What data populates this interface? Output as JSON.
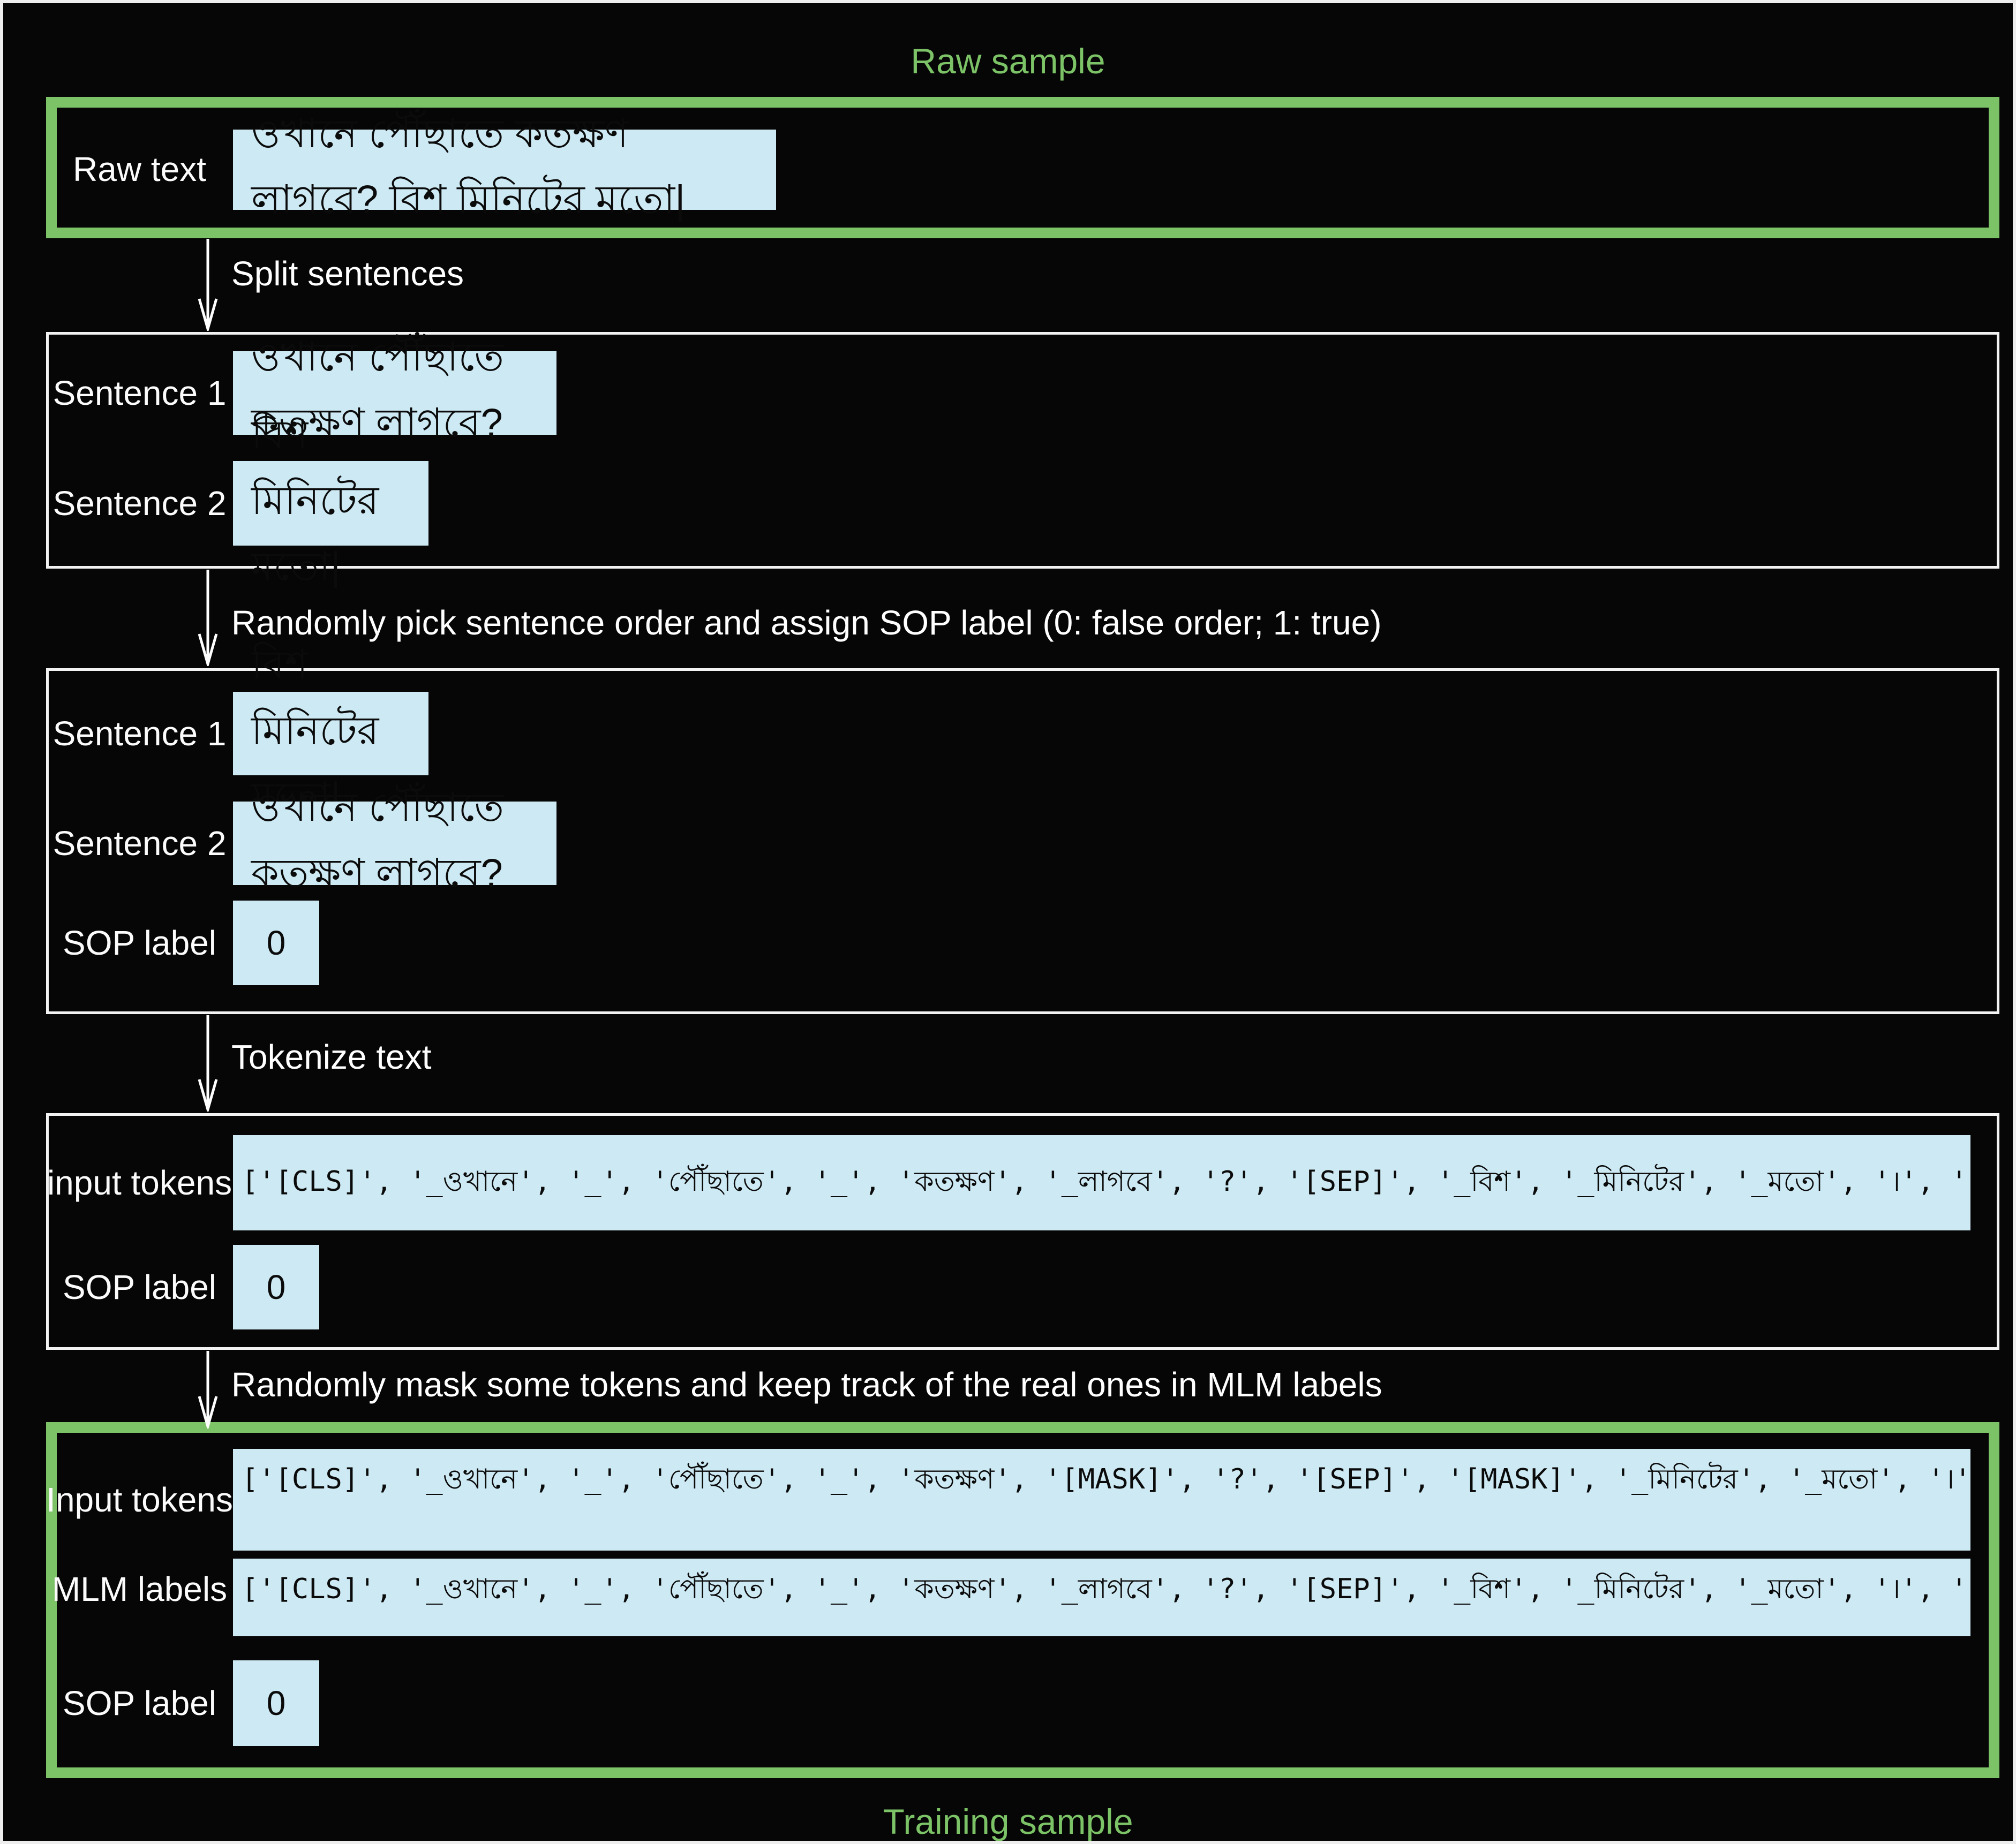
{
  "titles": {
    "top": "Raw sample",
    "bottom": "Training sample"
  },
  "colors": {
    "background": "#060606",
    "accent_green": "#7cc266",
    "chip_blue": "#cde9f3",
    "text_white": "#ffffff",
    "text_black": "#0b0b0b"
  },
  "raw": {
    "label": "Raw text",
    "text": "ওখানে পৌঁছাতে কতক্ষণ লাগবে? বিশ মিনিটের মতো|"
  },
  "arrows": [
    {
      "label": "Split sentences"
    },
    {
      "label": "Randomly pick sentence order and assign SOP label (0: false order; 1: true)"
    },
    {
      "label": "Tokenize text"
    },
    {
      "label": "Randomly mask some tokens and keep track of the real ones in MLM labels"
    }
  ],
  "split_box": {
    "rows": [
      {
        "label": "Sentence 1",
        "text": "ওখানে পৌঁছাতে কতক্ষণ লাগবে?"
      },
      {
        "label": "Sentence 2",
        "text": "বিশ মিনিটের মতো|"
      }
    ]
  },
  "order_box": {
    "rows": [
      {
        "label": "Sentence 1",
        "text": "বিশ মিনিটের মতো|"
      },
      {
        "label": "Sentence 2",
        "text": "ওখানে পৌঁছাতে কতক্ষণ লাগবে?"
      }
    ],
    "sop": {
      "label": "SOP label",
      "value": "0"
    }
  },
  "token_box": {
    "tokens_label": "input tokens",
    "tokens": "['[CLS]', '_ওখানে', '_', 'পৌঁছাতে', '_', 'কতক্ষণ', '_লাগবে', '?', '[SEP]', '_বিশ', '_মিনিটের', '_মতো', '।', '[SEP]']",
    "sop": {
      "label": "SOP label",
      "value": "0"
    }
  },
  "training_box": {
    "input_label": "Input tokens",
    "input_tokens": "['[CLS]', '_ওখানে', '_', 'পৌঁছাতে', '_', 'কতক্ষণ', '[MASK]', '?', '[SEP]', '[MASK]', '_মিনিটের', '_মতো', '।', '[SEP]']",
    "mlm_label": "MLM labels",
    "mlm_tokens": "['[CLS]', '_ওখানে', '_', 'পৌঁছাতে', '_', 'কতক্ষণ', '_লাগবে', '?', '[SEP]', '_বিশ', '_মিনিটের', '_মতো', '।', '[SEP]']",
    "sop": {
      "label": "SOP label",
      "value": "0"
    }
  }
}
